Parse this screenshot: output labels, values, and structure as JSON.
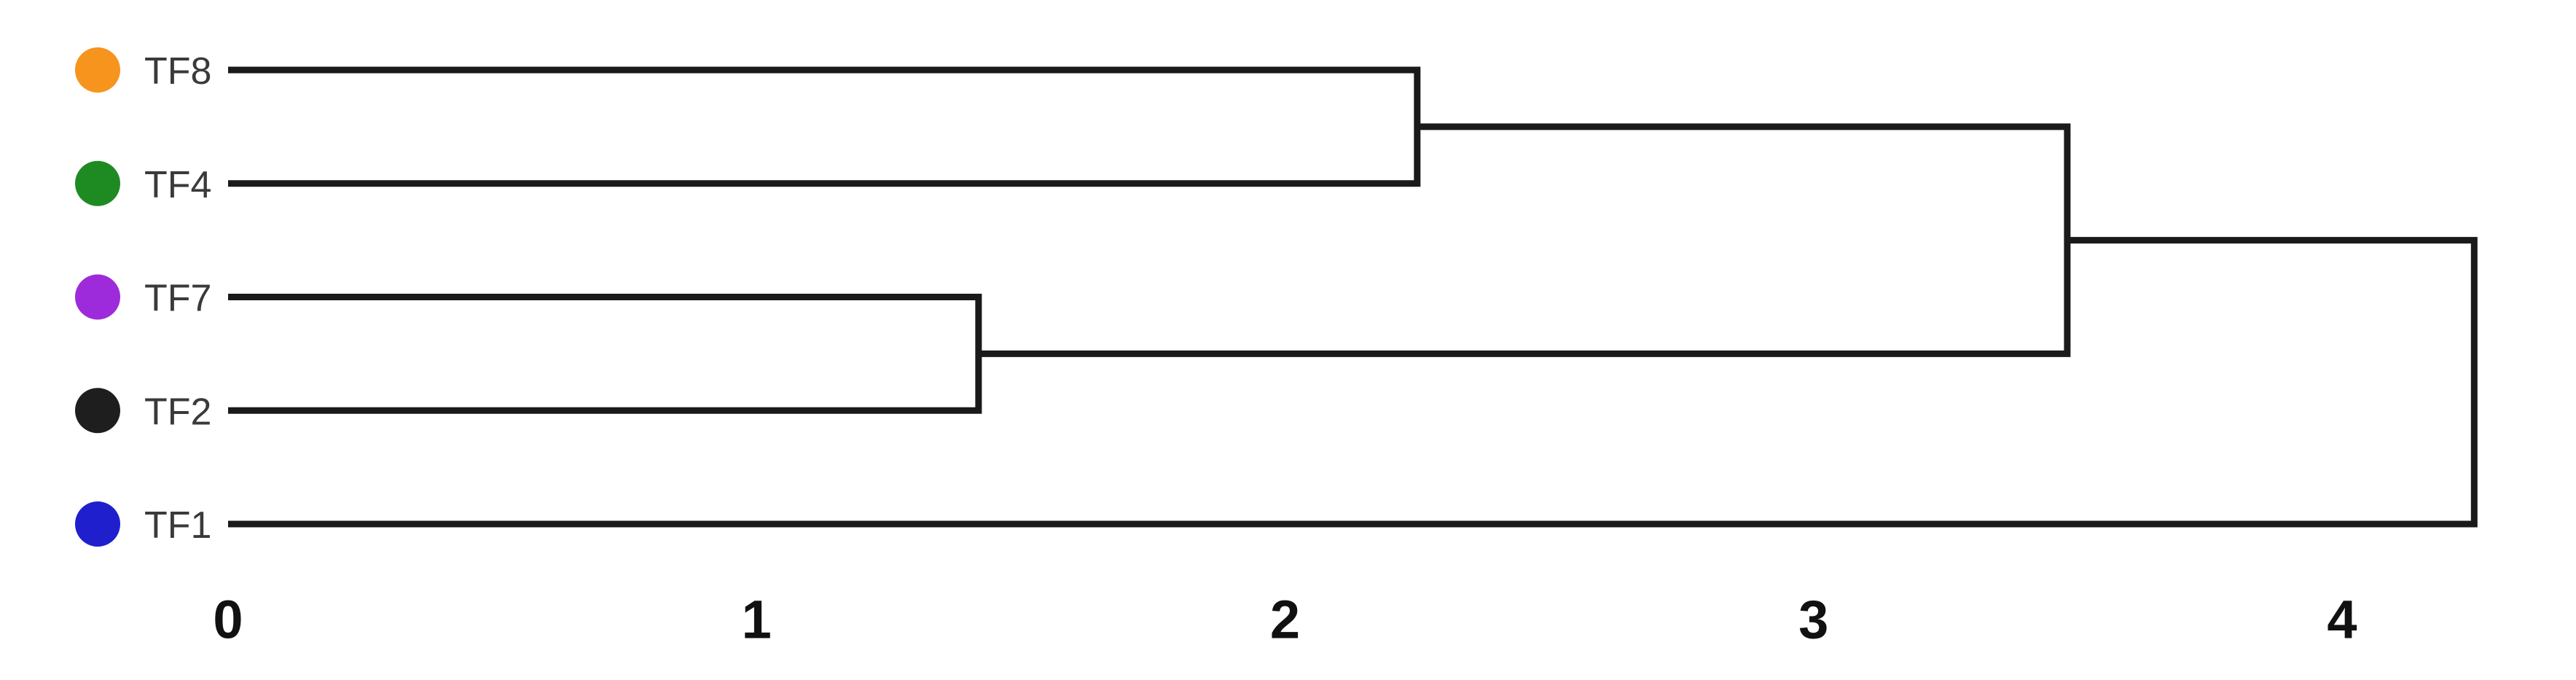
{
  "chart_data": {
    "type": "dendrogram",
    "orientation": "horizontal-left-to-right",
    "leaves": [
      {
        "id": "TF8",
        "label": "TF8",
        "dot_color": "#F6941D"
      },
      {
        "id": "TF4",
        "label": "TF4",
        "dot_color": "#1E8B22"
      },
      {
        "id": "TF7",
        "label": "TF7",
        "dot_color": "#9D2BDB"
      },
      {
        "id": "TF2",
        "label": "TF2",
        "dot_color": "#1E1E1E"
      },
      {
        "id": "TF1",
        "label": "TF1",
        "dot_color": "#1F1FCE"
      }
    ],
    "merges": [
      {
        "id": "node-1",
        "children": [
          "TF7",
          "TF2"
        ],
        "distance": 1.42
      },
      {
        "id": "node-2",
        "children": [
          "TF8",
          "TF4"
        ],
        "distance": 2.25
      },
      {
        "id": "node-3",
        "children": [
          "node-2",
          "node-1"
        ],
        "distance": 3.48
      },
      {
        "id": "node-4",
        "children": [
          "node-3",
          "TF1"
        ],
        "distance": 4.25
      }
    ],
    "x_axis": {
      "label": "",
      "tick_labels": [
        "0",
        "1",
        "2",
        "3",
        "4"
      ],
      "tick_values": [
        0,
        1,
        2,
        3,
        4
      ],
      "range": [
        0,
        4.44
      ],
      "grid": false,
      "spine": false
    },
    "colors": {
      "link": "#1A1A1A",
      "leaf_label": "#3A3A3A",
      "tick_label": "#111111",
      "background": "#FFFFFF"
    }
  }
}
